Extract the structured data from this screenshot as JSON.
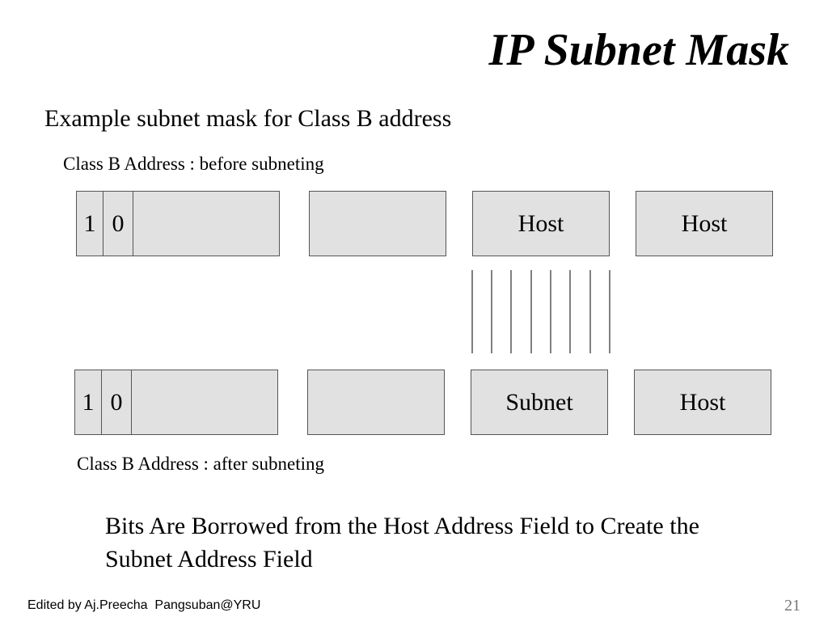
{
  "slide": {
    "title": "IP Subnet Mask",
    "subtitle": "Example subnet mask for Class B address",
    "before_caption": "Class B Address : before subneting",
    "after_caption": "Class B Address : after subneting",
    "before_row": {
      "bit1": "1",
      "bit2": "0",
      "octet2": "",
      "octet3": "Host",
      "octet4": "Host"
    },
    "after_row": {
      "bit1": "1",
      "bit2": "0",
      "octet2": "",
      "octet3": "Subnet",
      "octet4": "Host"
    },
    "note": "Bits Are Borrowed from the Host Address Field to Create the Subnet Address Field",
    "footer": "Edited by Aj.Preecha  Pangsuban@YRU",
    "page_number": "21"
  },
  "colors": {
    "box_fill": "#e1e1e1",
    "box_border": "#555555"
  }
}
